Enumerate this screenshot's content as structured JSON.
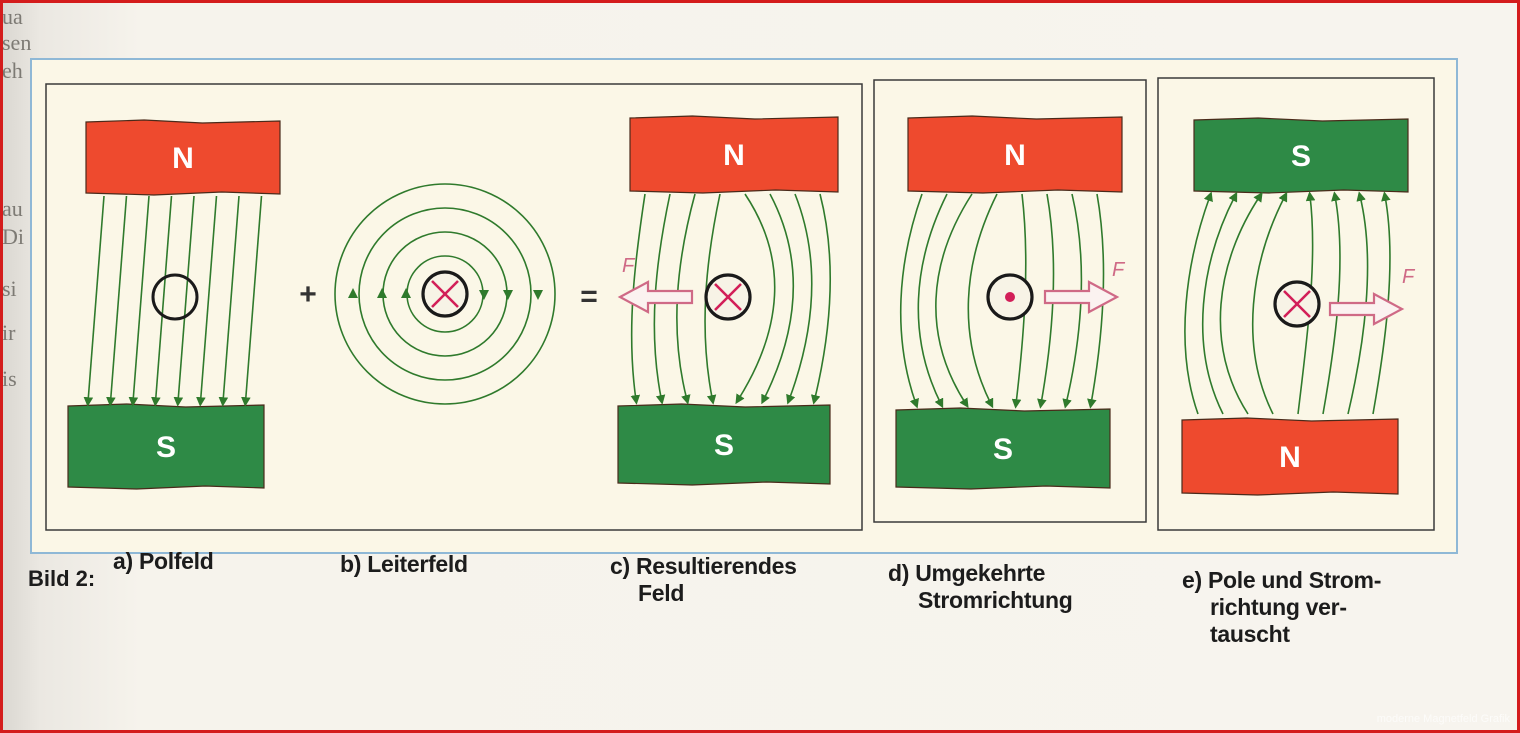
{
  "figure": {
    "prefix": "Bild 2:",
    "panels": [
      {
        "id": "a",
        "caption": [
          "a) Polfeld"
        ],
        "top_pole": "N",
        "bottom_pole": "S"
      },
      {
        "id": "b",
        "caption": [
          "b) Leiterfeld"
        ]
      },
      {
        "id": "c",
        "caption": [
          "c) Resultierendes",
          "Feld"
        ],
        "top_pole": "N",
        "bottom_pole": "S",
        "force_label": "F"
      },
      {
        "id": "d",
        "caption": [
          "d) Umgekehrte",
          "Stromrichtung"
        ],
        "top_pole": "N",
        "bottom_pole": "S",
        "force_label": "F"
      },
      {
        "id": "e",
        "caption": [
          "e) Pole und Strom-",
          "richtung ver-",
          "tauscht"
        ],
        "top_pole": "S",
        "bottom_pole": "N",
        "force_label": "F"
      }
    ],
    "operators": {
      "plus": "+",
      "equals": "="
    }
  },
  "colors": {
    "north": "#ee4a2e",
    "south": "#2e8a46",
    "field_line": "#2f7a2c",
    "force_arrow": "#cf6a86",
    "panel_bg": "#fbf7e7",
    "panel_border": "#8fb8d6"
  },
  "margin_text": [
    "ua",
    "sen",
    "eh",
    "au",
    "Di",
    "si",
    "ir",
    "is"
  ],
  "credit": "moderne Magnetfeld Grafik"
}
